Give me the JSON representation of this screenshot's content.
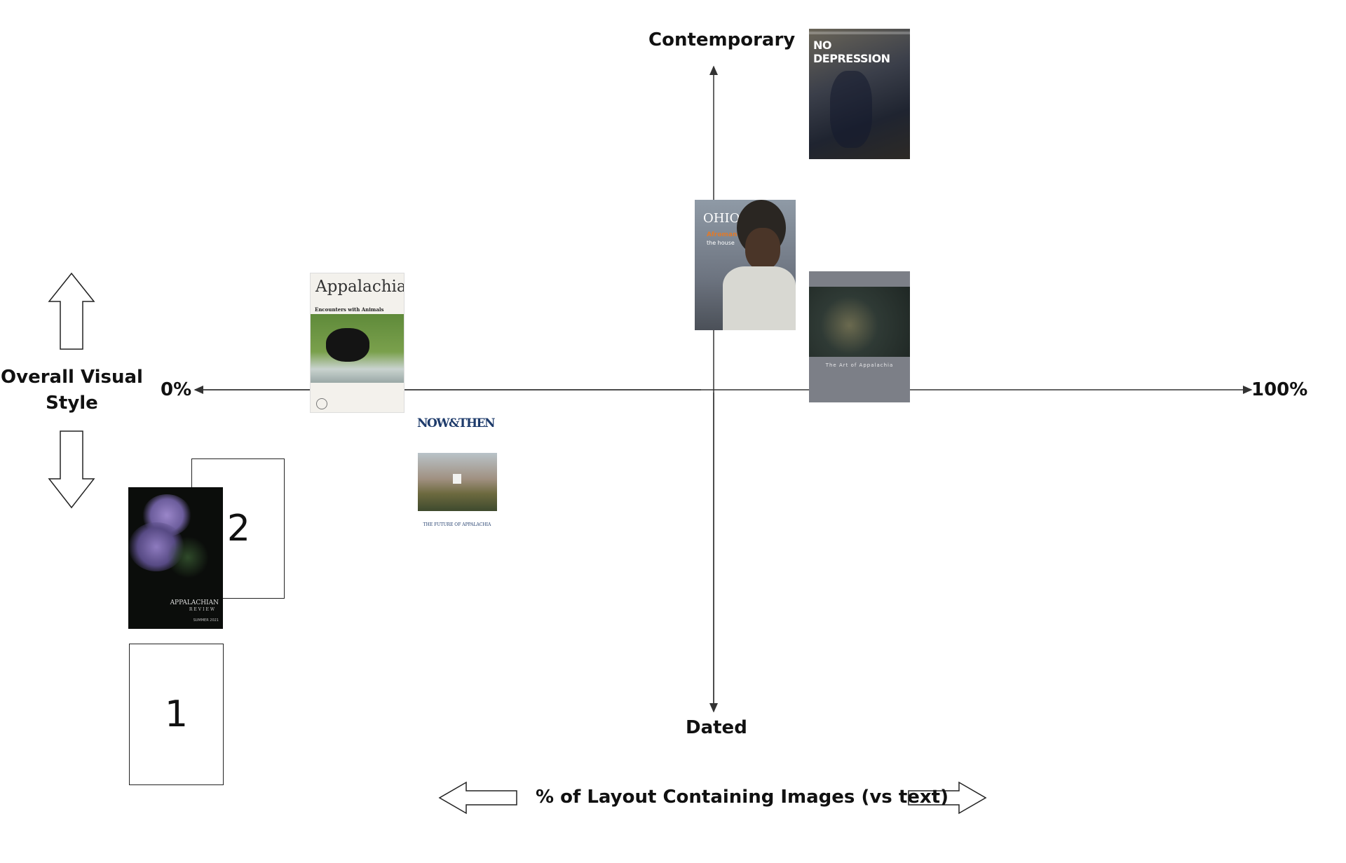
{
  "axes": {
    "y_top": "Contemporary",
    "y_bottom": "Dated",
    "x_left": "0%",
    "x_right": "100%"
  },
  "side_label": [
    "Overall Visual",
    "Style"
  ],
  "bottom_label": "% of Layout Containing Images (vs text)",
  "covers": {
    "no_depression": {
      "masthead": "NO DEPRESSION"
    },
    "southern_ohio": {
      "masthead": "OHIO",
      "cover_line": "Afroman",
      "cover_line_2": "the house"
    },
    "appalachia": {
      "masthead": "Appalachia",
      "subhead": "Encounters with Animals"
    },
    "art_of_appalachia": {
      "title": "The Art of Appalachia"
    },
    "now_then": {
      "masthead": "NOW&THEN",
      "caption": "THE FUTURE OF APPALACHIA"
    },
    "appalachian_review": {
      "masthead": "APPALACHIAN",
      "sub": "REVIEW",
      "issue": "SUMMER 2021"
    }
  },
  "boxes": {
    "box1": "1",
    "box2": "2"
  },
  "colors": {
    "ink": "#111111",
    "axis": "#333333"
  }
}
